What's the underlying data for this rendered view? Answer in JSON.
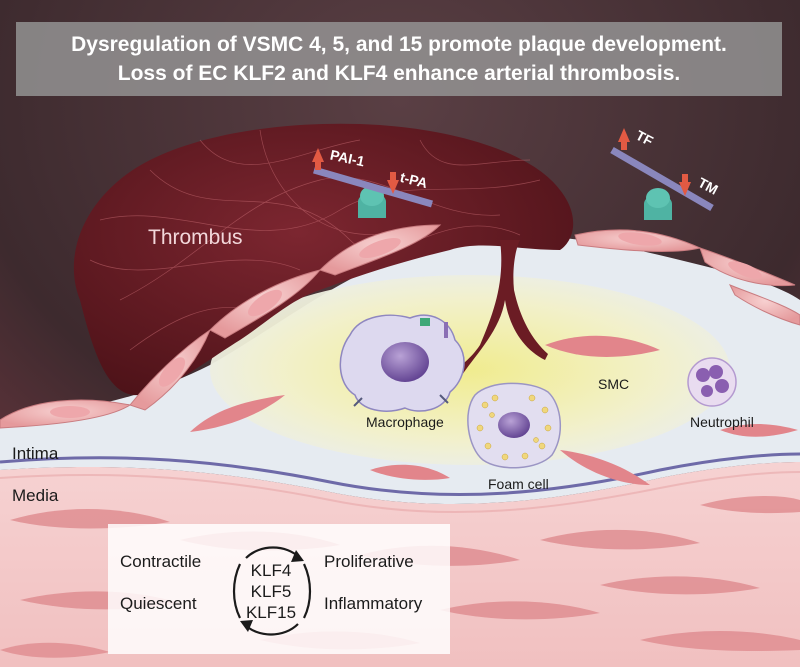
{
  "title": {
    "line1": "Dysregulation of VSMC 4, 5, and 15 promote plaque development.",
    "line2": "Loss of EC KLF2 and KLF4 enhance arterial thrombosis."
  },
  "labels": {
    "thrombus": "Thrombus",
    "macrophage": "Macrophage",
    "foam_cell": "Foam cell",
    "smc": "SMC",
    "neutrophil": "Neutrophil",
    "intima": "Intima",
    "media": "Media"
  },
  "balance_left": {
    "up": "PAI-1",
    "down": "t-PA"
  },
  "balance_right": {
    "up": "TF",
    "down": "TM"
  },
  "klf_cycle": {
    "left_top": "Contractile",
    "left_bottom": "Quiescent",
    "right_top": "Proliferative",
    "right_bottom": "Inflammatory",
    "factors": [
      "KLF4",
      "KLF5",
      "KLF15"
    ]
  },
  "colors": {
    "background": "#3a2528",
    "thrombus": "#6b1c24",
    "plaque_core": "#ece9a6",
    "media": "#f2c2c2",
    "endothelial_cell": "#f1b3b3",
    "up_arrow": "#e25a43",
    "down_arrow": "#e25a43",
    "balance_bar": "#8a87bd",
    "fulcrum": "#4fb3a3",
    "cell_nucleus": "#7d5fa8"
  }
}
